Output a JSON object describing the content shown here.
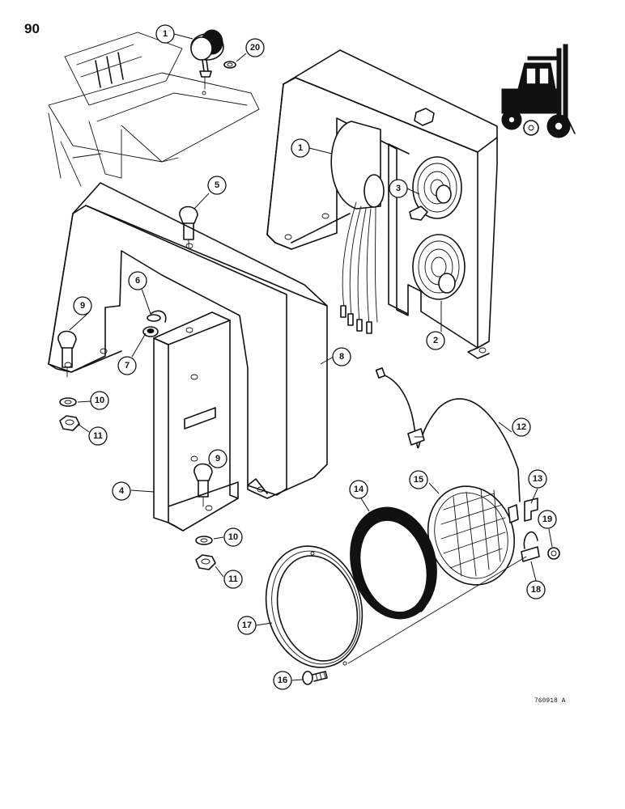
{
  "page": {
    "number": "90",
    "drawing_code": "760918 A"
  },
  "callouts": [
    {
      "id": "c1a",
      "label": "1"
    },
    {
      "id": "c20",
      "label": "20"
    },
    {
      "id": "c1b",
      "label": "1"
    },
    {
      "id": "c3",
      "label": "3"
    },
    {
      "id": "c2",
      "label": "2"
    },
    {
      "id": "c5",
      "label": "5"
    },
    {
      "id": "c6",
      "label": "6"
    },
    {
      "id": "c9a",
      "label": "9"
    },
    {
      "id": "c7",
      "label": "7"
    },
    {
      "id": "c8",
      "label": "8"
    },
    {
      "id": "c10a",
      "label": "10"
    },
    {
      "id": "c11a",
      "label": "11"
    },
    {
      "id": "c9b",
      "label": "9"
    },
    {
      "id": "c4",
      "label": "4"
    },
    {
      "id": "c10b",
      "label": "10"
    },
    {
      "id": "c11b",
      "label": "11"
    },
    {
      "id": "c12",
      "label": "12"
    },
    {
      "id": "c13",
      "label": "13"
    },
    {
      "id": "c14",
      "label": "14"
    },
    {
      "id": "c15",
      "label": "15"
    },
    {
      "id": "c19",
      "label": "19"
    },
    {
      "id": "c18",
      "label": "18"
    },
    {
      "id": "c17",
      "label": "17"
    },
    {
      "id": "c16",
      "label": "16"
    }
  ]
}
